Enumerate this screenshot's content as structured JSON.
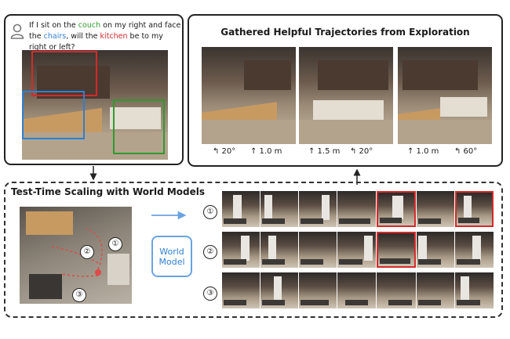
{
  "question": {
    "p1": "If I sit on the ",
    "couch": "couch",
    "p2": " on my right and face the",
    "chairs": "chairs",
    "p3": ", will the ",
    "kitchen": "kitchen",
    "p4": " be to my right or left?"
  },
  "exploration": {
    "title": "Gathered Helpful Trajectories from Exploration",
    "trajectories": [
      {
        "a": "↰ 20°",
        "b": "↑ 1.0 m"
      },
      {
        "a": "↑ 1.5 m",
        "b": "↰ 20°"
      },
      {
        "a": "↑ 1.0 m",
        "b": "↰ 60°"
      }
    ]
  },
  "scaling": {
    "title": "Test-Time Scaling with World Models",
    "world_model_line1": "World",
    "world_model_line2": "Model",
    "markers": [
      "①",
      "②",
      "③"
    ],
    "row_labels": [
      "①",
      "②",
      "③"
    ]
  },
  "colors": {
    "green": "#2e9b2e",
    "blue": "#2f7fd0",
    "red": "#d42a2a"
  }
}
